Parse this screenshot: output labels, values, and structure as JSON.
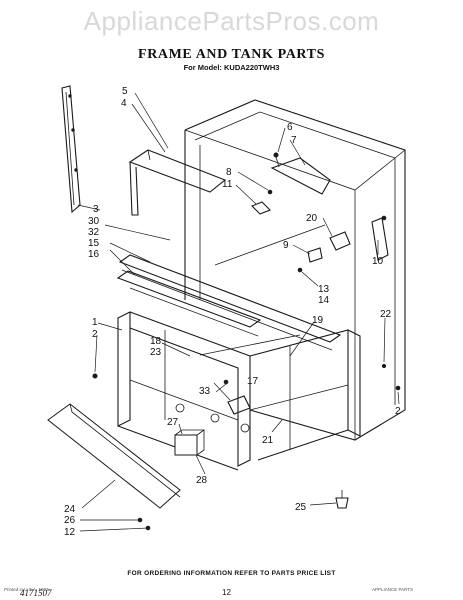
{
  "watermark": "AppliancePartsPros.com",
  "title": "FRAME AND TANK PARTS",
  "subtitle": "For Model: KUDA220TWH3",
  "footer": {
    "instruction": "FOR ORDERING INFORMATION REFER TO PARTS PRICE LIST",
    "doc_number": "4171507",
    "page_number": "12"
  },
  "fine_print": {
    "left": "Printed in U.S.A. 1993",
    "right": "APPLIANCE PARTS"
  },
  "callouts": {
    "c5": "5",
    "c4": "4",
    "c6": "6",
    "c7": "7",
    "c8": "8",
    "c11": "11",
    "c3": "3",
    "c30": "30",
    "c32": "32",
    "c15": "15",
    "c16": "16",
    "c20": "20",
    "c9": "9",
    "c10": "10",
    "c13": "13",
    "c14": "14",
    "c1": "1",
    "c2a": "2",
    "c18": "18",
    "c23": "23",
    "c19": "19",
    "c22": "22",
    "c2b": "2",
    "c33": "33",
    "c17": "17",
    "c27": "27",
    "c21": "21",
    "c28": "28",
    "c25": "25",
    "c24": "24",
    "c26": "26",
    "c12": "12"
  }
}
